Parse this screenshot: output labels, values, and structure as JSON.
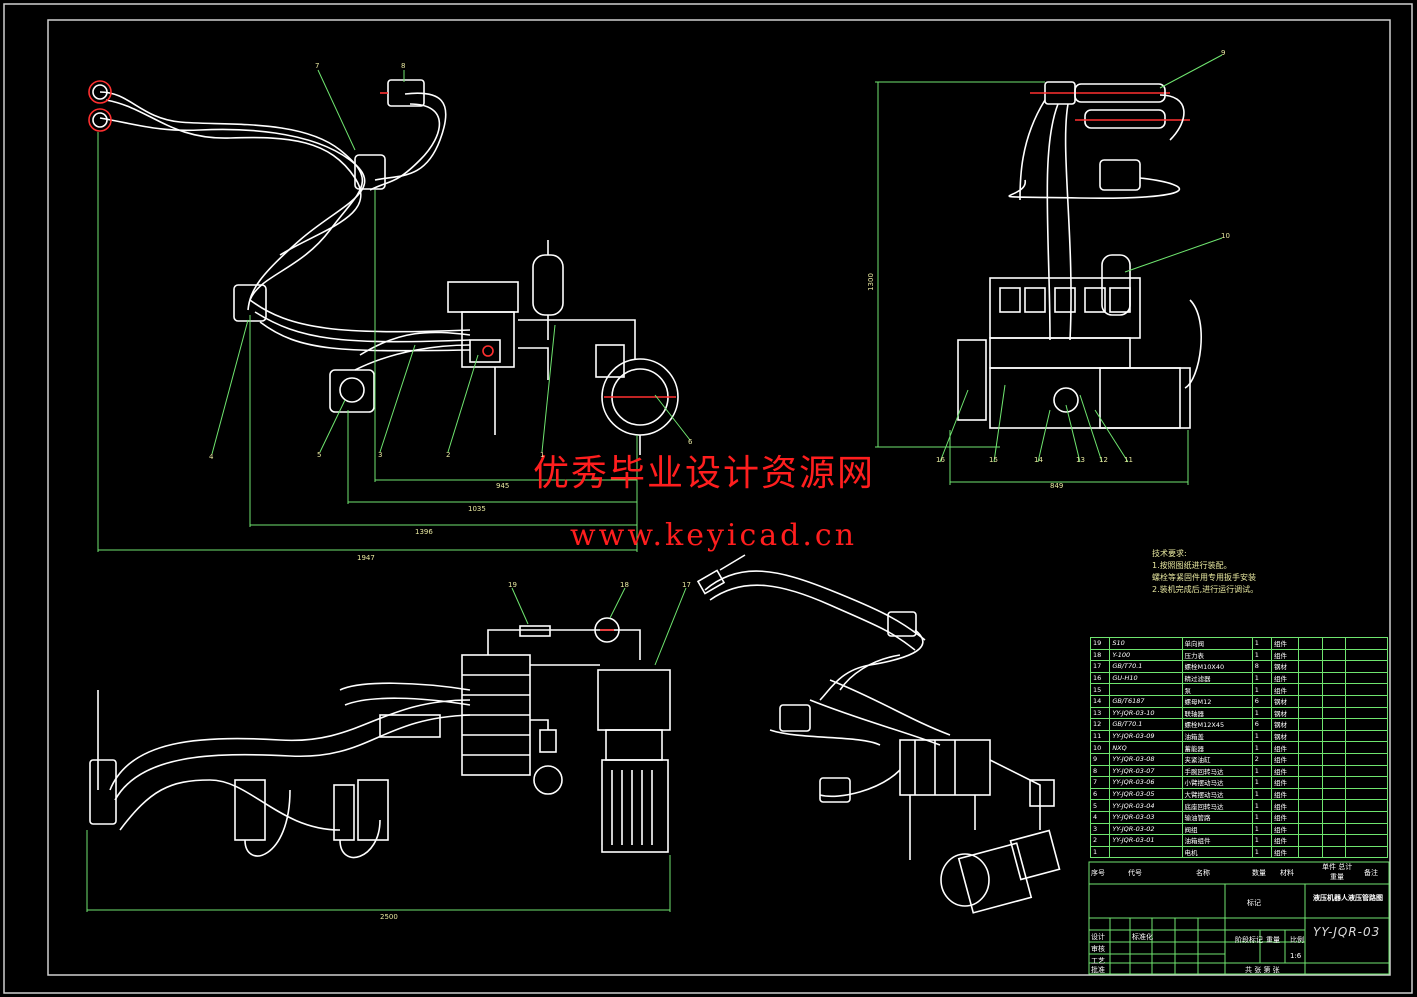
{
  "watermark": {
    "title_cn": "优秀毕业设计资源网",
    "url": "www.keyicad.cn"
  },
  "tech_requirements": {
    "heading": "技术要求:",
    "lines": [
      "1.按照图纸进行装配。",
      "螺栓等紧固件用专用扳手安装",
      "2.装机完成后,进行运行调试。"
    ]
  },
  "dimensions": {
    "front_view": [
      "945",
      "1035",
      "1396",
      "1947"
    ],
    "side_view": [
      "849",
      "1300"
    ],
    "top_view": [
      "2500"
    ]
  },
  "callouts": {
    "front_view": [
      "7",
      "8",
      "4",
      "5",
      "3",
      "2",
      "1",
      "6"
    ],
    "side_view": [
      "9",
      "10",
      "16",
      "15",
      "14",
      "13",
      "12",
      "11"
    ],
    "top_view": [
      "19",
      "18",
      "17"
    ]
  },
  "bom": {
    "rows": [
      {
        "no": "19",
        "code": "S10",
        "name": "单向阀",
        "qty": "1",
        "mat": "组件"
      },
      {
        "no": "18",
        "code": "Y-100",
        "name": "压力表",
        "qty": "1",
        "mat": "组件"
      },
      {
        "no": "17",
        "code": "GB/T70.1",
        "name": "螺栓M10X40",
        "qty": "8",
        "mat": "钢材"
      },
      {
        "no": "16",
        "code": "GU-H10",
        "name": "精过滤器",
        "qty": "1",
        "mat": "组件"
      },
      {
        "no": "15",
        "code": "",
        "name": "泵",
        "qty": "1",
        "mat": "组件"
      },
      {
        "no": "14",
        "code": "GB/T6187",
        "name": "螺母M12",
        "qty": "6",
        "mat": "钢材"
      },
      {
        "no": "13",
        "code": "YY-JQR-03-10",
        "name": "联轴器",
        "qty": "1",
        "mat": "钢材"
      },
      {
        "no": "12",
        "code": "GB/T70.1",
        "name": "螺栓M12X45",
        "qty": "6",
        "mat": "钢材"
      },
      {
        "no": "11",
        "code": "YY-JQR-03-09",
        "name": "油箱盖",
        "qty": "1",
        "mat": "钢材"
      },
      {
        "no": "10",
        "code": "NXQ",
        "name": "蓄能器",
        "qty": "1",
        "mat": "组件"
      },
      {
        "no": "9",
        "code": "YY-JQR-03-08",
        "name": "夹紧油缸",
        "qty": "2",
        "mat": "组件"
      },
      {
        "no": "8",
        "code": "YY-JQR-03-07",
        "name": "手腕回转马达",
        "qty": "1",
        "mat": "组件"
      },
      {
        "no": "7",
        "code": "YY-JQR-03-06",
        "name": "小臂摆动马达",
        "qty": "1",
        "mat": "组件"
      },
      {
        "no": "6",
        "code": "YY-JQR-03-05",
        "name": "大臂摆动马达",
        "qty": "1",
        "mat": "组件"
      },
      {
        "no": "5",
        "code": "YY-JQR-03-04",
        "name": "底座回转马达",
        "qty": "1",
        "mat": "组件"
      },
      {
        "no": "4",
        "code": "YY-JQR-03-03",
        "name": "输油管路",
        "qty": "1",
        "mat": "组件"
      },
      {
        "no": "3",
        "code": "YY-JQR-03-02",
        "name": "阀组",
        "qty": "1",
        "mat": "组件"
      },
      {
        "no": "2",
        "code": "YY-JQR-03-01",
        "name": "油箱组件",
        "qty": "1",
        "mat": "组件"
      },
      {
        "no": "1",
        "code": "",
        "name": "电机",
        "qty": "1",
        "mat": "组件"
      }
    ],
    "header": {
      "no": "序号",
      "code": "代号",
      "name": "名称",
      "qty": "数量",
      "mat": "材料",
      "mass": "单件 总计",
      "mass2": "重量",
      "note": "备注"
    }
  },
  "title_block": {
    "title": "液压机器人液压管路图",
    "drawing_no": "YY-JQR-03",
    "material_label": "标记",
    "scale_label": "比例",
    "weight_label": "重量",
    "stage_label": "阶段标记",
    "sheet_label": "共 张 第 张",
    "designer_label": "设计",
    "checker_label": "审核",
    "craft_label": "工艺",
    "approve_label": "批准",
    "standard_label": "标准化",
    "scale_value": "1:6"
  },
  "colors": {
    "background": "#000000",
    "frame": "#ffffff",
    "part_lines": "#ffffff",
    "dimension_lines": "#6fe56f",
    "watermark": "#ff1e1e",
    "text_yellow": "#e8e8a0",
    "accent_red": "#ff3030"
  }
}
